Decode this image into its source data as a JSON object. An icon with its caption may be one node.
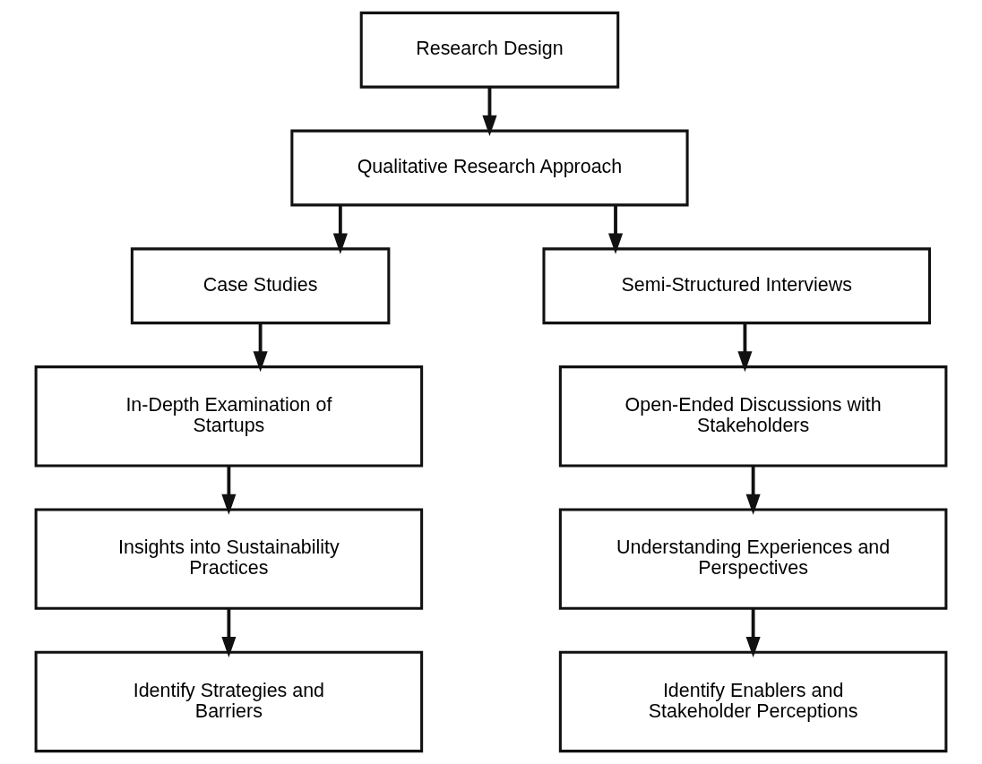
{
  "diagram": {
    "nodes": [
      {
        "text": [
          "Research Design"
        ]
      },
      {
        "text": [
          "Qualitative Research Approach"
        ]
      },
      {
        "text": [
          "Case Studies"
        ]
      },
      {
        "text": [
          "Semi-Structured Interviews"
        ]
      },
      {
        "text": [
          "In-Depth Examination of Startups"
        ]
      },
      {
        "text": [
          "Open-Ended Discussions with Stakeholders"
        ]
      },
      {
        "text": [
          "Insights into Sustainability Practices"
        ]
      },
      {
        "text": [
          "Understanding Experiences and Perspectives"
        ]
      },
      {
        "text": [
          "Identify Strategies and Barriers"
        ]
      },
      {
        "text": [
          "Identify Enablers and Stakeholder Perceptions"
        ]
      }
    ],
    "edges": [
      {
        "from": 0,
        "to": 1,
        "arrow": "to"
      },
      {
        "from": 1,
        "to": 2,
        "arrow": "to"
      },
      {
        "from": 1,
        "to": 3,
        "arrow": "to"
      },
      {
        "from": 2,
        "to": 4,
        "arrow": "to"
      },
      {
        "from": 4,
        "to": 6,
        "arrow": "to"
      },
      {
        "from": 6,
        "to": 8,
        "arrow": "to"
      },
      {
        "from": 3,
        "to": 5,
        "arrow": "to"
      },
      {
        "from": 5,
        "to": 7,
        "arrow": "to"
      },
      {
        "from": 7,
        "to": 9,
        "arrow": "to"
      }
    ]
  }
}
